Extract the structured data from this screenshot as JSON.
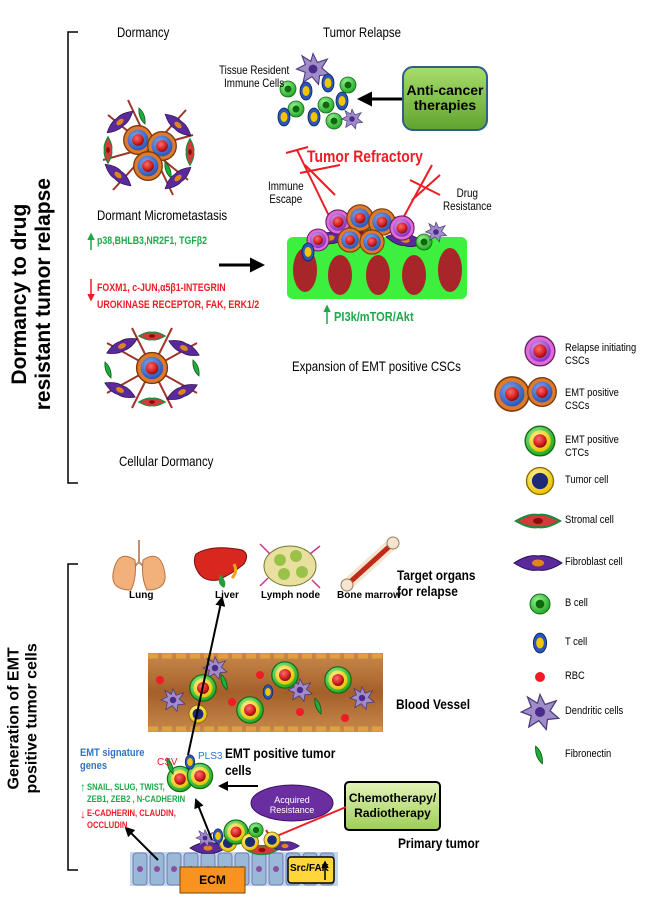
{
  "top_section": {
    "side_label_line1": "Dormancy to drug",
    "side_label_line2": "resistant tumor relapse",
    "heading_dormancy": "Dormancy",
    "heading_relapse": "Tumor Relapse",
    "tissue_resident_line1": "Tissue Resident",
    "tissue_resident_line2": "Immune Cells",
    "anticancer_line1": "Anti-cancer",
    "anticancer_line2": "therapies",
    "tumor_refractory": "Tumor Refractory",
    "immune_escape_line1": "Immune",
    "immune_escape_line2": "Escape",
    "drug_resistance_line1": "Drug",
    "drug_resistance_line2": "Resistance",
    "dormant_micrometastasis": "Dormant Micrometastasis",
    "up_markers": "p38,BHLB3,NR2F1, TGFβ2",
    "down_markers_line1": "FOXM1, c-JUN,α5β1-INTEGRIN",
    "down_markers_line2": "UROKINASE RECEPTOR, FAK, ERK1/2",
    "pathway": "PI3k/mTOR/Akt",
    "expansion": "Expansion of EMT positive CSCs",
    "cellular_dormancy": "Cellular Dormancy"
  },
  "bottom_section": {
    "side_label_line1": "Generation of EMT",
    "side_label_line2": "positive tumor cells",
    "organs": [
      "Lung",
      "Liver",
      "Lymph node",
      "Bone marrow"
    ],
    "target_organs_line1": "Target organs",
    "target_organs_line2": "for relapse",
    "blood_vessel": "Blood Vessel",
    "emt_signature_line1": "EMT signature",
    "emt_signature_line2": "genes",
    "csv": "CSV",
    "pls3": "PLS3",
    "emt_positive_line1": "EMT positive tumor",
    "emt_positive_line2": "cells",
    "up_genes_line1": "SNAIL, SLUG, TWIST,",
    "up_genes_line2": "ZEB1, ZEB2 , N-CADHERIN",
    "down_genes_line1": "E-CADHERIN, CLAUDIN,",
    "down_genes_line2": "OCCLUDIN",
    "acquired_line1": "Acquired",
    "acquired_line2": "Resistance",
    "chemo_line1": "Chemotherapy/",
    "chemo_line2": "Radiotherapy",
    "primary_tumor": "Primary tumor",
    "ecm": "ECM",
    "src_fak": "Src/FAK"
  },
  "legend": {
    "items": [
      {
        "label_line1": "Relapse initiating",
        "label_line2": "CSCs",
        "icon": "relapse-initiating-csc-icon"
      },
      {
        "label_line1": "EMT positive CSCs",
        "label_line2": "",
        "icon": "emt-positive-csc-icon"
      },
      {
        "label_line1": "EMT positive CTCs",
        "label_line2": "",
        "icon": "emt-positive-ctc-icon"
      },
      {
        "label_line1": "Tumor cell",
        "label_line2": "",
        "icon": "tumor-cell-icon"
      },
      {
        "label_line1": "Stromal cell",
        "label_line2": "",
        "icon": "stromal-cell-icon"
      },
      {
        "label_line1": "Fibroblast cell",
        "label_line2": "",
        "icon": "fibroblast-cell-icon"
      },
      {
        "label_line1": "B cell",
        "label_line2": "",
        "icon": "b-cell-icon"
      },
      {
        "label_line1": "T cell",
        "label_line2": "",
        "icon": "t-cell-icon"
      },
      {
        "label_line1": "RBC",
        "label_line2": "",
        "icon": "rbc-icon"
      },
      {
        "label_line1": "Dendritic cells",
        "label_line2": "",
        "icon": "dendritic-cell-icon"
      },
      {
        "label_line1": "Fibronectin",
        "label_line2": "",
        "icon": "fibronectin-icon"
      }
    ]
  },
  "colors": {
    "green_text": "#1fa84a",
    "red_text": "#ee1c25",
    "blue_text": "#2e74c8",
    "anticancer_box": "#7fbf4d",
    "chemo_box": "#bfe08a",
    "acquired_oval": "#6a2ea0",
    "vessel_green": "#3df03d",
    "ecm_orange": "#f7931e",
    "src_yellow": "#ffd73a"
  }
}
